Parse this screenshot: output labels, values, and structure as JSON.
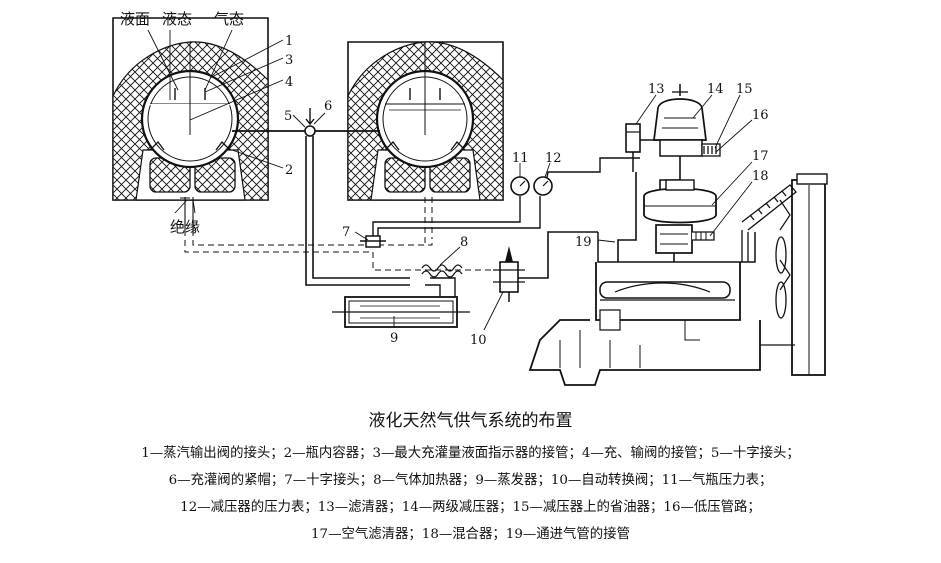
{
  "labels": {
    "liquid_surface": "液面",
    "liquid_state": "液态",
    "gas_state": "气态",
    "insulation": "绝缘",
    "n1": "1",
    "n2": "2",
    "n3": "3",
    "n4": "4",
    "n5": "5",
    "n6": "6",
    "n7": "7",
    "n8": "8",
    "n9": "9",
    "n10": "10",
    "n11": "11",
    "n12": "12",
    "n13": "13",
    "n14": "14",
    "n15": "15",
    "n16": "16",
    "n17": "17",
    "n18": "18",
    "n19": "19"
  },
  "caption": {
    "title": "液化天然气供气系统的布置",
    "legend_lines": [
      "1—蒸汽输出阀的接头；2—瓶内容器；3—最大充灌量液面指示器的接管；4—充、输阀的接管；5—十字接头；",
      "6—充灌阀的紧帽；7—十字接头；8—气体加热器；9—蒸发器；10—自动转换阀；11—气瓶压力表；",
      "12—减压器的压力表；13—滤清器；14—两级减压器；15—减压器上的省油器；16—低压管路；",
      "17—空气滤清器；18—混合器；19—通进气管的接管"
    ]
  }
}
